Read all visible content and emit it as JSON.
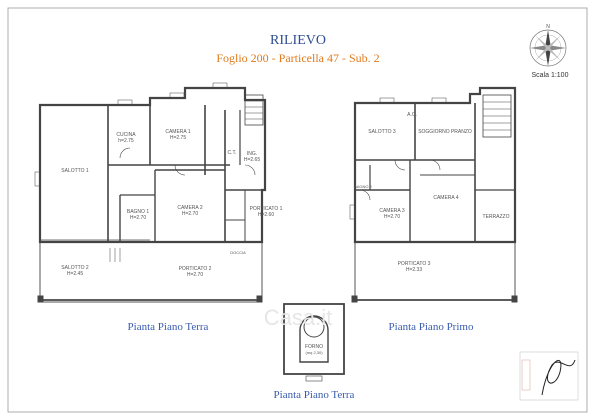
{
  "header": {
    "title": "RILIEVO",
    "subtitle": "Foglio 200 - Particella 47 - Sub. 2",
    "scale": "Scala 1:100"
  },
  "colors": {
    "title": "#2f4e8f",
    "subtitle": "#e07b1f",
    "caption": "#3a5cae",
    "wall": "#444444",
    "thin": "#888888",
    "red_text": "#d9534f"
  },
  "captions": {
    "ground_floor": "Pianta Piano Terra",
    "first_floor": "Pianta Piano Primo",
    "oven_plan": "Pianta Piano Terra"
  },
  "ground_floor_rooms": [
    {
      "name": "CUCINA",
      "height": "h=2.75"
    },
    {
      "name": "CAMERA 1",
      "height": "H=2.75"
    },
    {
      "name": "SALOTTO 1",
      "height": ""
    },
    {
      "name": "CAMERA 2",
      "height": "H=2.70"
    },
    {
      "name": "BAGNO 1",
      "height": "H=2.70"
    },
    {
      "name": "C.T.",
      "height": ""
    },
    {
      "name": "ING.",
      "height": "H=2.65"
    },
    {
      "name": "PORTICATO 1",
      "height": "H=2.60"
    },
    {
      "name": "SALOTTO 2",
      "height": "H=2.45"
    },
    {
      "name": "PORTICATO 2",
      "height": "H=2.70"
    },
    {
      "name": "DOCCIA",
      "height": ""
    }
  ],
  "first_floor_rooms": [
    {
      "name": "A.C.",
      "height": ""
    },
    {
      "name": "SALOTTO 3",
      "height": ""
    },
    {
      "name": "SOGGIORNO PRANZO",
      "height": ""
    },
    {
      "name": "BAGNO 2",
      "height": ""
    },
    {
      "name": "CAMERA 3",
      "height": "H=2.70"
    },
    {
      "name": "CAMERA 4",
      "height": ""
    },
    {
      "name": "TERRAZZO",
      "height": ""
    },
    {
      "name": "PORTICATO 3",
      "height": "H=2.33"
    }
  ],
  "oven": {
    "name": "FORNO",
    "area": "(mq 2,30)"
  },
  "compass": {
    "label": "N"
  },
  "watermark": "Casa.it"
}
